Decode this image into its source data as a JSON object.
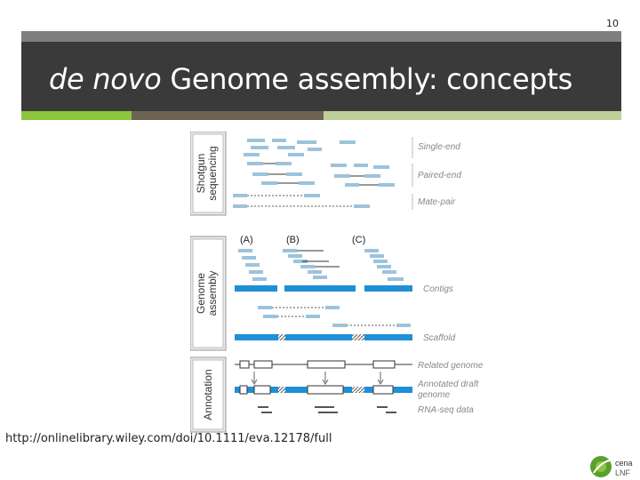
{
  "slide": {
    "number": "10",
    "title_italic": "de novo",
    "title_rest": " Genome assembly: concepts",
    "source_url": "http://onlinelibrary.wiley.com/doi/10.1111/eva.12178/full"
  },
  "figure": {
    "panels": [
      {
        "label": "Shotgun sequencing",
        "line1": "Shotgun",
        "line2": "sequencing"
      },
      {
        "label": "Genome assembly",
        "line1": "Genome",
        "line2": "assembly"
      },
      {
        "label": "Annotation",
        "line1": "Annotation",
        "line2": ""
      }
    ],
    "read_types": [
      "Single-end",
      "Paired-end",
      "Mate-pair"
    ],
    "columns": [
      "(A)",
      "(B)",
      "(C)"
    ],
    "assembly_labels": [
      "Contigs",
      "Scaffold"
    ],
    "annotation_labels": [
      "Related genome",
      "Annotated draft",
      "genome",
      "RNA-seq data"
    ]
  },
  "logo": {
    "text": "cena",
    "sub": "LNF"
  },
  "colors": {
    "title_band": "#3a3a3a",
    "top_bar": "#7f7f7f",
    "accent_green": "#8cc63f",
    "accent_brown": "#6d6353",
    "accent_light": "#bfcf9a",
    "contig_blue": "#1f8fd6",
    "read_blue": "#9cc3dc"
  }
}
